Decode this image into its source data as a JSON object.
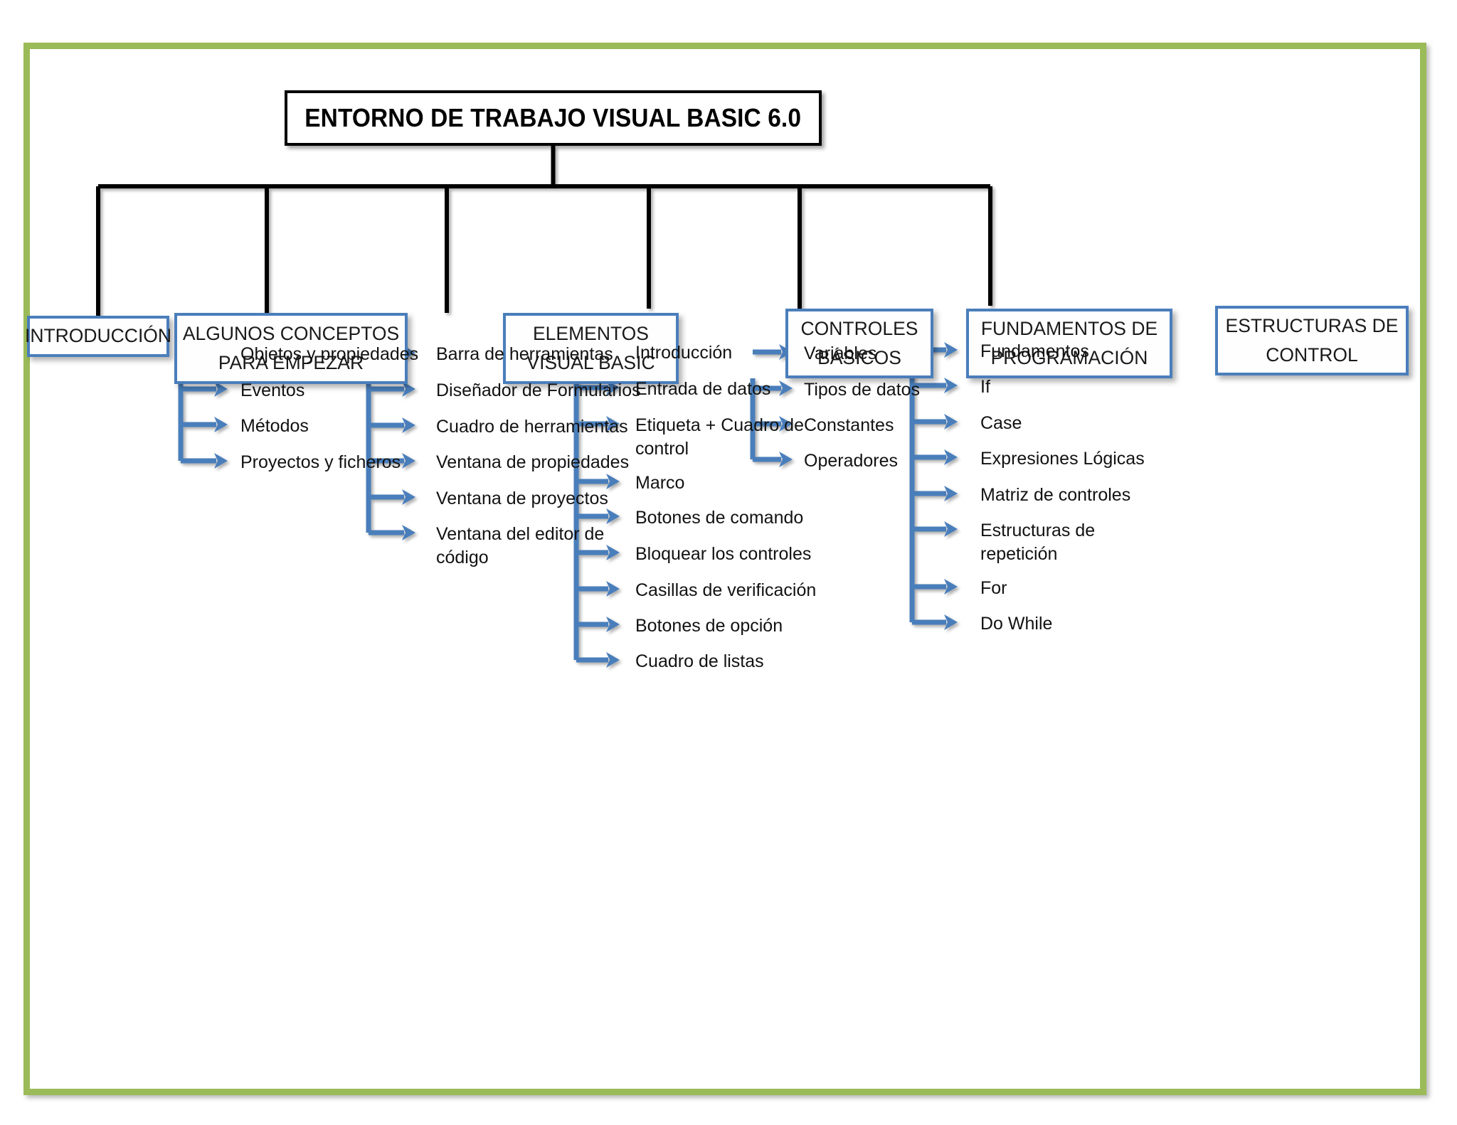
{
  "theme": {
    "frame_color": "#9BBB59",
    "root_border": "#000000",
    "node_border": "#4A7EBB",
    "connector_color": "#4A7EBB",
    "bus_color": "#000000",
    "text_color": "#121212",
    "background": "#FFFFFF"
  },
  "root": {
    "title": "ENTORNO DE TRABAJO VISUAL BASIC 6.0"
  },
  "chart_data": {
    "type": "diagram",
    "title": "ENTORNO DE TRABAJO VISUAL BASIC 6.0",
    "layout": "hierarchical-tree",
    "branches": 6,
    "nodes": [
      {
        "label": "INTRODUCCIÓN",
        "children": []
      },
      {
        "label": "ALGUNOS CONCEPTOS PARA EMPEZAR",
        "children": [
          "Objetos y propiedades",
          "Eventos",
          "Métodos",
          "Proyectos y ficheros"
        ]
      },
      {
        "label": "ELEMENTOS VISUAL BASIC",
        "children": [
          "Barra de herramientas",
          "Diseñador de Formularios",
          "Cuadro de herramientas",
          "Ventana de propiedades",
          "Ventana de proyectos",
          "Ventana del editor de código"
        ]
      },
      {
        "label": "CONTROLES BÁSICOS",
        "children": [
          "Introducción",
          "Entrada de datos",
          "Etiqueta + Cuadro de control",
          "Marco",
          "Botones de comando",
          "Bloquear los controles",
          "Casillas de verificación",
          "Botones de opción",
          "Cuadro de listas"
        ]
      },
      {
        "label": "FUNDAMENTOS DE PROGRAMACIÓN",
        "children": [
          "Variables",
          "Tipos de datos",
          "Constantes",
          "Operadores"
        ]
      },
      {
        "label": "ESTRUCTURAS DE CONTROL",
        "children": [
          "Fundamentos",
          "If",
          "Case",
          "Expresiones Lógicas",
          "Matriz de controles",
          "Estructuras de repetición",
          "For",
          "Do While"
        ]
      }
    ]
  },
  "branches": [
    {
      "id": "introduccion",
      "label": "INTRODUCCIÓN",
      "items": []
    },
    {
      "id": "conceptos",
      "label": "ALGUNOS CONCEPTOS\nPARA EMPEZAR",
      "items": [
        {
          "label": "Objetos y propiedades"
        },
        {
          "label": "Eventos"
        },
        {
          "label": "Métodos"
        },
        {
          "label": "Proyectos y ficheros"
        }
      ]
    },
    {
      "id": "elementos",
      "label": "ELEMENTOS\nVISUAL BASIC",
      "items": [
        {
          "label": "Barra de herramientas"
        },
        {
          "label": "Diseñador de Formularios"
        },
        {
          "label": "Cuadro de herramientas"
        },
        {
          "label": "Ventana de propiedades"
        },
        {
          "label": "Ventana de proyectos"
        },
        {
          "label": "Ventana del editor de\ncódigo"
        }
      ]
    },
    {
      "id": "controles",
      "label": "CONTROLES\nBÁSICOS",
      "items": [
        {
          "label": "Introducción"
        },
        {
          "label": "Entrada de datos"
        },
        {
          "label": "Etiqueta + Cuadro de\ncontrol"
        },
        {
          "label": "Marco"
        },
        {
          "label": "Botones de comando"
        },
        {
          "label": "Bloquear los controles"
        },
        {
          "label": "Casillas de verificación"
        },
        {
          "label": "Botones de opción"
        },
        {
          "label": "Cuadro de listas"
        }
      ]
    },
    {
      "id": "fundamentos",
      "label": "FUNDAMENTOS DE\nPROGRAMACIÓN",
      "items": [
        {
          "label": "Variables"
        },
        {
          "label": "Tipos de datos"
        },
        {
          "label": "Constantes"
        },
        {
          "label": "Operadores"
        }
      ]
    },
    {
      "id": "estructuras",
      "label": "ESTRUCTURAS DE\nCONTROL",
      "items": [
        {
          "label": "Fundamentos"
        },
        {
          "label": "If"
        },
        {
          "label": "Case"
        },
        {
          "label": "Expresiones Lógicas"
        },
        {
          "label": "Matriz de controles"
        },
        {
          "label": "Estructuras de\nrepetición"
        },
        {
          "label": "For"
        },
        {
          "label": "Do While"
        }
      ]
    }
  ]
}
